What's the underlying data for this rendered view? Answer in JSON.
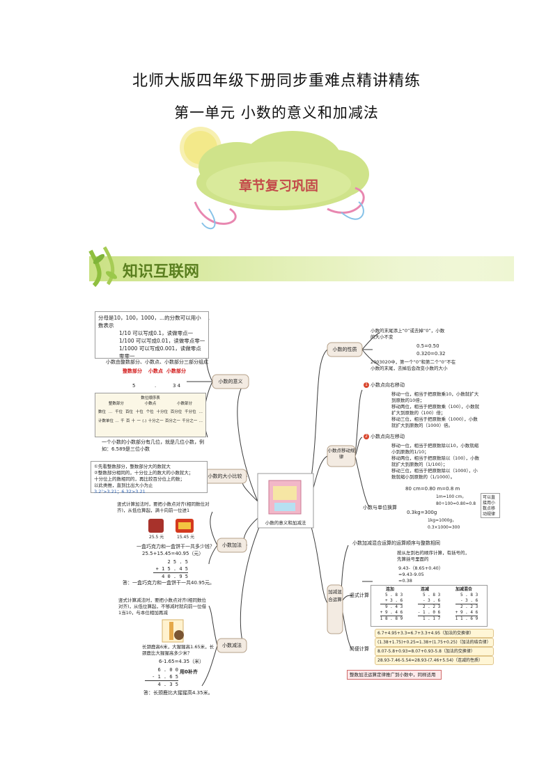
{
  "header": {
    "title": "北师大版四年级下册同步重难点精讲精练",
    "subtitle": "第一单元  小数的意义和加减法"
  },
  "banner": {
    "chapter_review": "章节复习巩固",
    "knowledge_net": "知识互联网"
  },
  "center": {
    "label": "小数的意义和加减法"
  },
  "left": {
    "meaning": {
      "node": "小数的意义",
      "lines": [
        "分母是10，100，1000，...的分数可以用小数表示",
        "1/10 可以写成0.1，读做零点一",
        "1/100 可以写成0.01，读做零点零一",
        "1/1000 可以写成0.001，读做零点零零一"
      ],
      "composition": "小数由整数部分、小数点、小数部分三部分组成",
      "parts": [
        "整数部分",
        "小数点",
        "小数部分"
      ],
      "digits": [
        "5",
        ".",
        "3  4"
      ],
      "table_title": "数位顺序表",
      "table_head": [
        "整数部分",
        "小数点",
        "小数部分"
      ],
      "table_row1": [
        "数位",
        "…",
        "千位",
        "百位",
        "十位",
        "个位",
        "",
        "十分位",
        "百分位",
        "千分位",
        "…"
      ],
      "table_row2": [
        "计数单位",
        "…",
        "千",
        "百",
        "十",
        "一",
        "(.)",
        "十分之一",
        "百分之一",
        "千分之一",
        "…"
      ],
      "note": "一个小数的小数部分有几位，就是几位小数，例如：6.589是三位小数"
    },
    "compare": {
      "node": "小数的大小比较",
      "lines": [
        "①先看整数部分，整数部分大的数就大",
        "②整数部分相同的，十分位上的数大的小数就大；",
        "十分位上的数相同的，再比较百分位上的数；",
        "以此类推，直到比出大小为止",
        "3.2⁷>3.21；6.32>3.21"
      ]
    },
    "addition": {
      "node": "小数加法",
      "rule": "竖式计算加法时，要把小数点对齐(相同数位对齐)，从低位算起，满十向前一位进1",
      "price1": "25.5 元",
      "price2": "15.45 元",
      "question": "一盒巧克力和一盒饼干一共多少钱？",
      "equation": "25.5+15.45=40.95（元）",
      "calc": [
        "2 5 . 5",
        "+ 1 5 . 4 5",
        "4 0 . 9 5"
      ],
      "answer": "答：一盒巧克力和一盒饼干一共40.95元。"
    },
    "subtraction": {
      "node": "小数减法",
      "rule": "竖式计算减法时，要把小数点对齐(相同数位对齐)，从低位算起，不够减时就向前一位借1当10，与本位相加再减",
      "question": "长颈鹿高6米，大猩猩高1.65米，长颈鹿比大猩猩高多少米？",
      "equation": "6-1.65=4.35（米）",
      "calc": [
        "6 . 0 0",
        "- 1 . 6 5",
        "4 . 3 5"
      ],
      "fill": "用0补齐",
      "answer": "答：长颈鹿比大猩猩高4.35米。"
    }
  },
  "right": {
    "property": {
      "node": "小数的性质",
      "rule": "小数的末尾添上“0”或去掉“0”，小数的大小不变",
      "ex1": "0.5=0.50",
      "ex2": "0.320=0.32",
      "note": "2003020中，第一个“0”和第二个“0”不在小数的末尾，去掉后会改变小数的大小"
    },
    "shift": {
      "node": "小数点移动规律",
      "right_title": "小数点向右移动",
      "right_lines": [
        "移动一位，相当于把原数乘10，小数就扩大到原数的10倍；",
        "移动两位，相当于把原数乘（100），小数就扩大到原数的（100）倍；",
        "移动三位，相当于把原数乘（1000），小数就扩大到原数的（1000）倍。"
      ],
      "left_title": "小数点向左移动",
      "left_lines": [
        "移动一位，相当于把原数除以10，小数就缩小到原数的1/10；",
        "移动两位，相当于把原数除以（100），小数就扩大到原数的（1/100）；",
        "移动三位，相当于把原数除以（1000），小数就缩小到原数的（1/1000）。"
      ],
      "unit_title": "小数与单位换算",
      "unit1": "80 cm=0.80 m=0.8 m",
      "unit2": "1m=100 cm，80÷100=0.80=0.8",
      "unit3": "0.3kg=300g",
      "unit4": "1kg=1000g，0.3×1000=300",
      "unit_note": "可以直接用小数点移动规律"
    },
    "mixed": {
      "node": "加减混合运算",
      "rule": "小数加减混合运算的运算顺序与整数相同",
      "rule2": "按从左到右的顺序计算，有括号的，先算括号里面的",
      "ex": [
        "9.43-（8.65+0.40）",
        "=9.43-9.05",
        "=0.38"
      ],
      "vertical": "竖式计算",
      "cols": [
        "连加",
        "连减",
        "加减混合"
      ],
      "calc1": [
        "5 . 8 3",
        "+ 3 . 6",
        "9 . 4 3",
        "+ 9 . 4 6",
        "1 8 . 8 9"
      ],
      "calc2": [
        "5 . 8 3",
        "- 3 . 6",
        "2 . 2 3",
        "- 1 . 0 6",
        "1 . 1 7"
      ],
      "calc3": [
        "5 . 8 3",
        "- 3 . 6",
        "2 . 2 3",
        "+ 9 . 4 6",
        "1 1 . 6 9"
      ],
      "simple": "简便计算",
      "simple_lines": [
        "6.7+4.95+3.3=6.7+3.3+4.95（加法的交换律）",
        "(1.38+1.75)+0.25=1.38+(1.75+0.25)（加法的结合律）",
        "8.07-5.8+0.93=8.07+0.93-5.8（加法的交换律）",
        "28.93-7.46-5.54=28.93-(7.46+5.54)（连减的性质）"
      ],
      "final": "整数加法运算定律推广到小数中，同样适用"
    }
  }
}
